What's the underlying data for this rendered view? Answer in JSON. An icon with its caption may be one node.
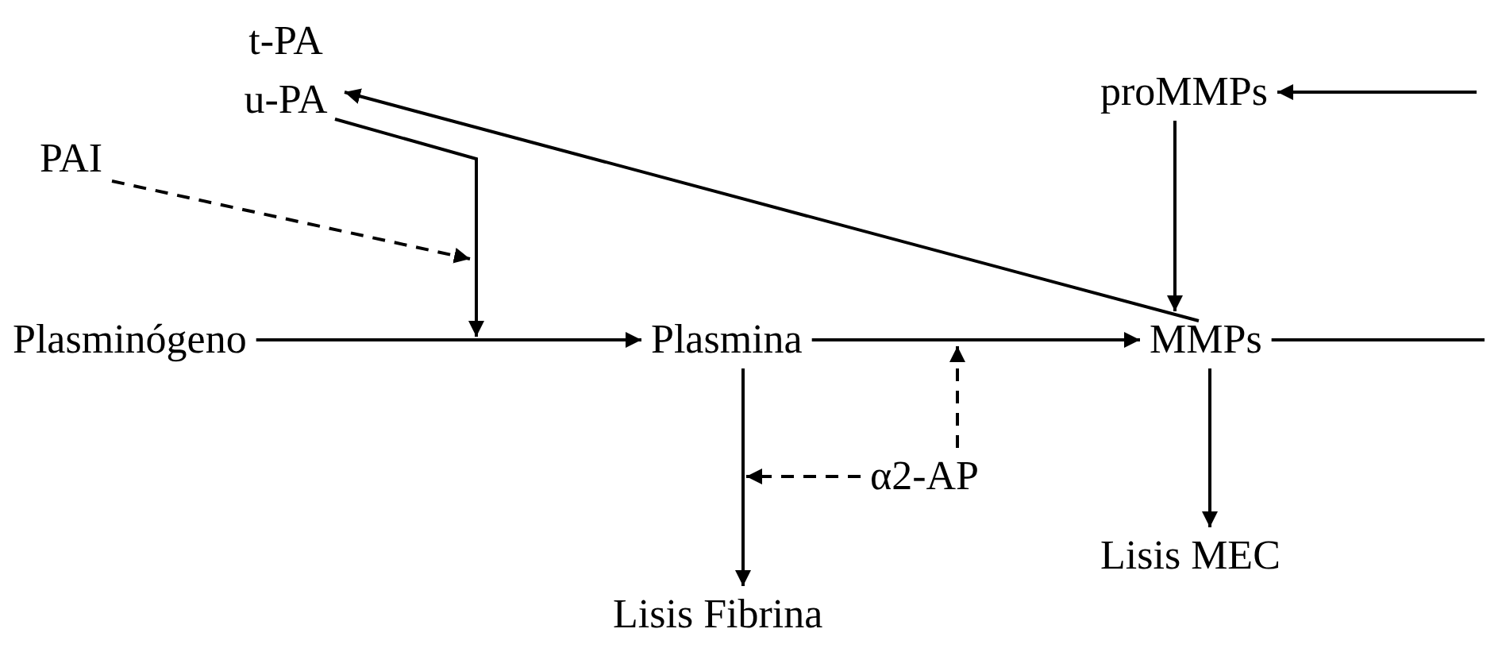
{
  "diagram": {
    "nodes": [
      {
        "text": [
          "t-PA u-PA"
        ]
      },
      {
        "text": [
          "proMMPs"
        ]
      },
      {
        "text": [
          "PAI"
        ]
      },
      {
        "text": [
          "Plasminógeno"
        ]
      },
      {
        "text": [
          "Plasmina"
        ]
      },
      {
        "text": [
          "MMPs"
        ]
      },
      {
        "text": [
          "α2-AP"
        ]
      },
      {
        "text": [
          "Lisis Fibrina"
        ]
      },
      {
        "text": [
          "Lisis MEC"
        ]
      }
    ],
    "edges": [
      {
        "from": 3,
        "to": 4,
        "arrow": "to"
      },
      {
        "from": 4,
        "to": 5,
        "arrow": "to"
      },
      {
        "from": 5,
        "to": null,
        "arrow": "none"
      },
      {
        "from": null,
        "to": 1,
        "arrow": "to"
      },
      {
        "from": 1,
        "to": 5,
        "arrow": "to"
      },
      {
        "from": 5,
        "to": 0,
        "arrow": "to"
      },
      {
        "from": 0,
        "to": null,
        "arrow": "to"
      },
      {
        "from": 2,
        "to": null,
        "arrow": "to",
        "style": "dashed"
      },
      {
        "from": 4,
        "to": 7,
        "arrow": "to"
      },
      {
        "from": 5,
        "to": 8,
        "arrow": "to"
      },
      {
        "from": 6,
        "to": null,
        "arrow": "to",
        "style": "dashed"
      },
      {
        "from": 6,
        "to": null,
        "arrow": "to",
        "style": "dashed"
      }
    ]
  }
}
